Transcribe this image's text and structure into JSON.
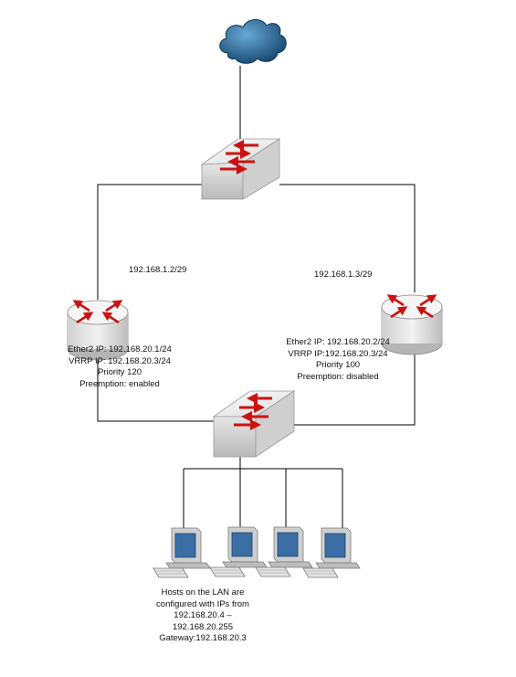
{
  "colors": {
    "line": "#000000",
    "arrow": "#cc1111",
    "device_fill": "#ededed",
    "device_shade": "#c8c8c8",
    "cloud": "#1f5f8f",
    "cloud_light": "#4a90c2",
    "screen": "#3a6ea5"
  },
  "icons": {
    "cloud": "cloud-icon",
    "top_switch": "switch-icon",
    "bottom_switch": "switch-icon",
    "left_router": "router-icon",
    "right_router": "router-icon",
    "host": "workstation-icon"
  },
  "links": {
    "left_wan_ip": "192.168.1.2/29",
    "right_wan_ip": "192.168.1.3/29"
  },
  "router_left": {
    "ether2": "Ether2 IP: 192.168.20.1/24",
    "vrrp": "VRRP IP: 192.168.20.3/24",
    "priority": "Priority 120",
    "preemption": "Preemption: enabled"
  },
  "router_right": {
    "ether2": "Ether2 IP: 192.168.20.2/24",
    "vrrp": "VRRP IP:192.168.20.3/24",
    "priority": "Priority 100",
    "preemption": "Preemption: disabled"
  },
  "hosts": {
    "line1": "Hosts on the LAN are",
    "line2": "configured with IPs from",
    "line3": "192.168.20.4 –",
    "line4": "192.168.20.255",
    "line5": "Gateway:192.168.20.3"
  }
}
